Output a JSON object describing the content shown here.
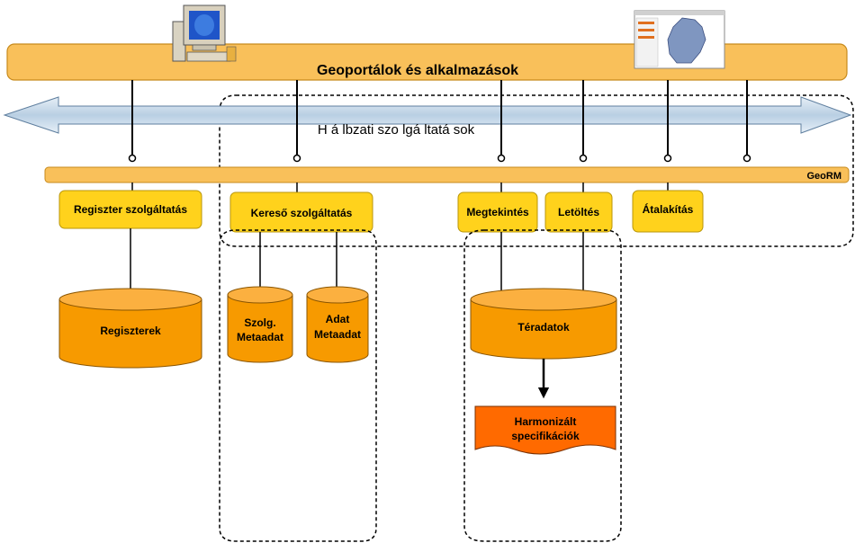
{
  "top_bar": {
    "label": "Geoportálok és alkalmazások"
  },
  "network": {
    "label": "H á lbzati szo lgá ltatá sok"
  },
  "georm_bar": {
    "label": "GeoRM"
  },
  "services": {
    "register": "Regiszter szolgáltatás",
    "search": "Kereső szolgáltatás",
    "view": "Megtekintés",
    "download": "Letöltés",
    "transform": "Átalakítás"
  },
  "stores": {
    "registers": "Regiszterek",
    "service_metadata_line1": "Szolg.",
    "service_metadata_line2": "Metaadat",
    "data_metadata_line1": "Adat",
    "data_metadata_line2": "Metaadat",
    "spatial_data": "Téradatok"
  },
  "spec": {
    "line1": "Harmonizált",
    "line2": "specifikációk"
  },
  "colors": {
    "bar_fill": "#f9c05a",
    "service_fill": "#ffd21c",
    "cylinder_fill": "#f79a00",
    "cylinder_top": "#fbb040",
    "spec_fill": "#ff6a00",
    "arrow_band": "#c8dced"
  },
  "icons": {
    "computer": "desktop-computer-icon",
    "map_app": "map-application-icon"
  }
}
